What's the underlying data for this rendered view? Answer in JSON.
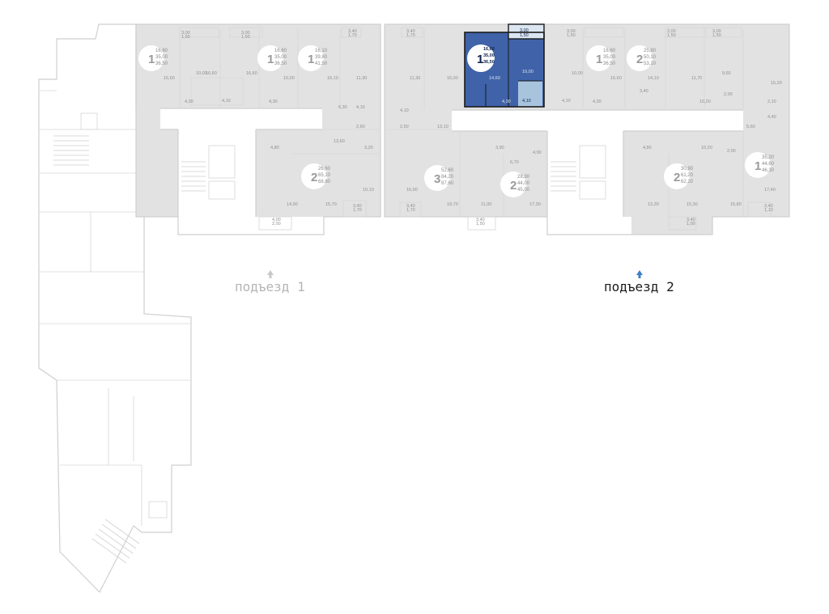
{
  "entrances": [
    {
      "label": "подъезд 1",
      "color": "#b5b5b5",
      "arrow_color": "#c8c8c8",
      "active": false
    },
    {
      "label": "подъезд 2",
      "color": "#1a1a1a",
      "arrow_color": "#3f7fc1",
      "active": true
    }
  ],
  "colors": {
    "selected_apartment": "#3f62a8",
    "selected_loggia": "#a8c4dd",
    "apartment": "#e2e2e2",
    "walls": "#cfcfcf"
  },
  "apartments": [
    {
      "id": "a1",
      "rooms": "1",
      "areas": [
        "16,60",
        "35,00",
        "36,50"
      ],
      "selected": false
    },
    {
      "id": "a2",
      "rooms": "1",
      "areas": [
        "16,60",
        "35,00",
        "36,50"
      ],
      "selected": false
    },
    {
      "id": "a3",
      "rooms": "1",
      "areas": [
        "16,10",
        "39,80",
        "41,50"
      ],
      "selected": false
    },
    {
      "id": "a4",
      "rooms": "2",
      "areas": [
        "26,60",
        "65,10",
        "68,80"
      ],
      "selected": false
    },
    {
      "id": "a5",
      "rooms": "1",
      "areas": [
        "16,60",
        "35,00",
        "36,50"
      ],
      "selected": true
    },
    {
      "id": "a6",
      "rooms": "1",
      "areas": [
        "16,60",
        "35,00",
        "36,50"
      ],
      "selected": false
    },
    {
      "id": "a7",
      "rooms": "2",
      "areas": [
        "25,80",
        "50,10",
        "53,10"
      ],
      "selected": false
    },
    {
      "id": "a8",
      "rooms": "3",
      "areas": [
        "52,60",
        "84,20",
        "87,60"
      ],
      "selected": false
    },
    {
      "id": "a9",
      "rooms": "2",
      "areas": [
        "28,30",
        "44,00",
        "45,00"
      ],
      "selected": false
    },
    {
      "id": "a10",
      "rooms": "2",
      "areas": [
        "30,90",
        "61,20",
        "62,20"
      ],
      "selected": false
    },
    {
      "id": "a11",
      "rooms": "1",
      "areas": [
        "35,20",
        "44,60",
        "46,30"
      ],
      "selected": false
    }
  ],
  "room_areas": [
    "3,00",
    "1,50",
    "3,00",
    "1,50",
    "16,60",
    "10,00",
    "16,60",
    "10,00",
    "16,60",
    "16,10",
    "4,30",
    "4,30",
    "4,10",
    "3,40",
    "1,70",
    "11,30",
    "4,10",
    "6,30",
    "2,60",
    "13,60",
    "4,80",
    "3,20",
    "10,10",
    "3,40",
    "1,70",
    "14,90",
    "15,70",
    "4,00",
    "2,00",
    "3,40",
    "1,70",
    "11,30",
    "16,00",
    "4,10",
    "2,50",
    "13,10",
    "16,90",
    "3,40",
    "1,70",
    "19,70",
    "11,00",
    "17,30",
    "3,40",
    "1,50",
    "4,90",
    "6,70",
    "3,90",
    "3,00",
    "1,50",
    "10,00",
    "16,60",
    "4,30",
    "4,10",
    "3,00",
    "1,50",
    "3,00",
    "1,50",
    "14,10",
    "11,70",
    "9,60",
    "3,40",
    "15,20",
    "2,00",
    "10,20",
    "2,10",
    "5,60",
    "4,40",
    "4,80",
    "10,20",
    "2,00",
    "15,30",
    "13,30",
    "3,40",
    "1,00",
    "15,80",
    "17,40",
    "3,40",
    "1,10"
  ],
  "selected_rooms": [
    "14,60",
    "10,00",
    "4,30",
    "4,10",
    "3,00",
    "1,50"
  ]
}
